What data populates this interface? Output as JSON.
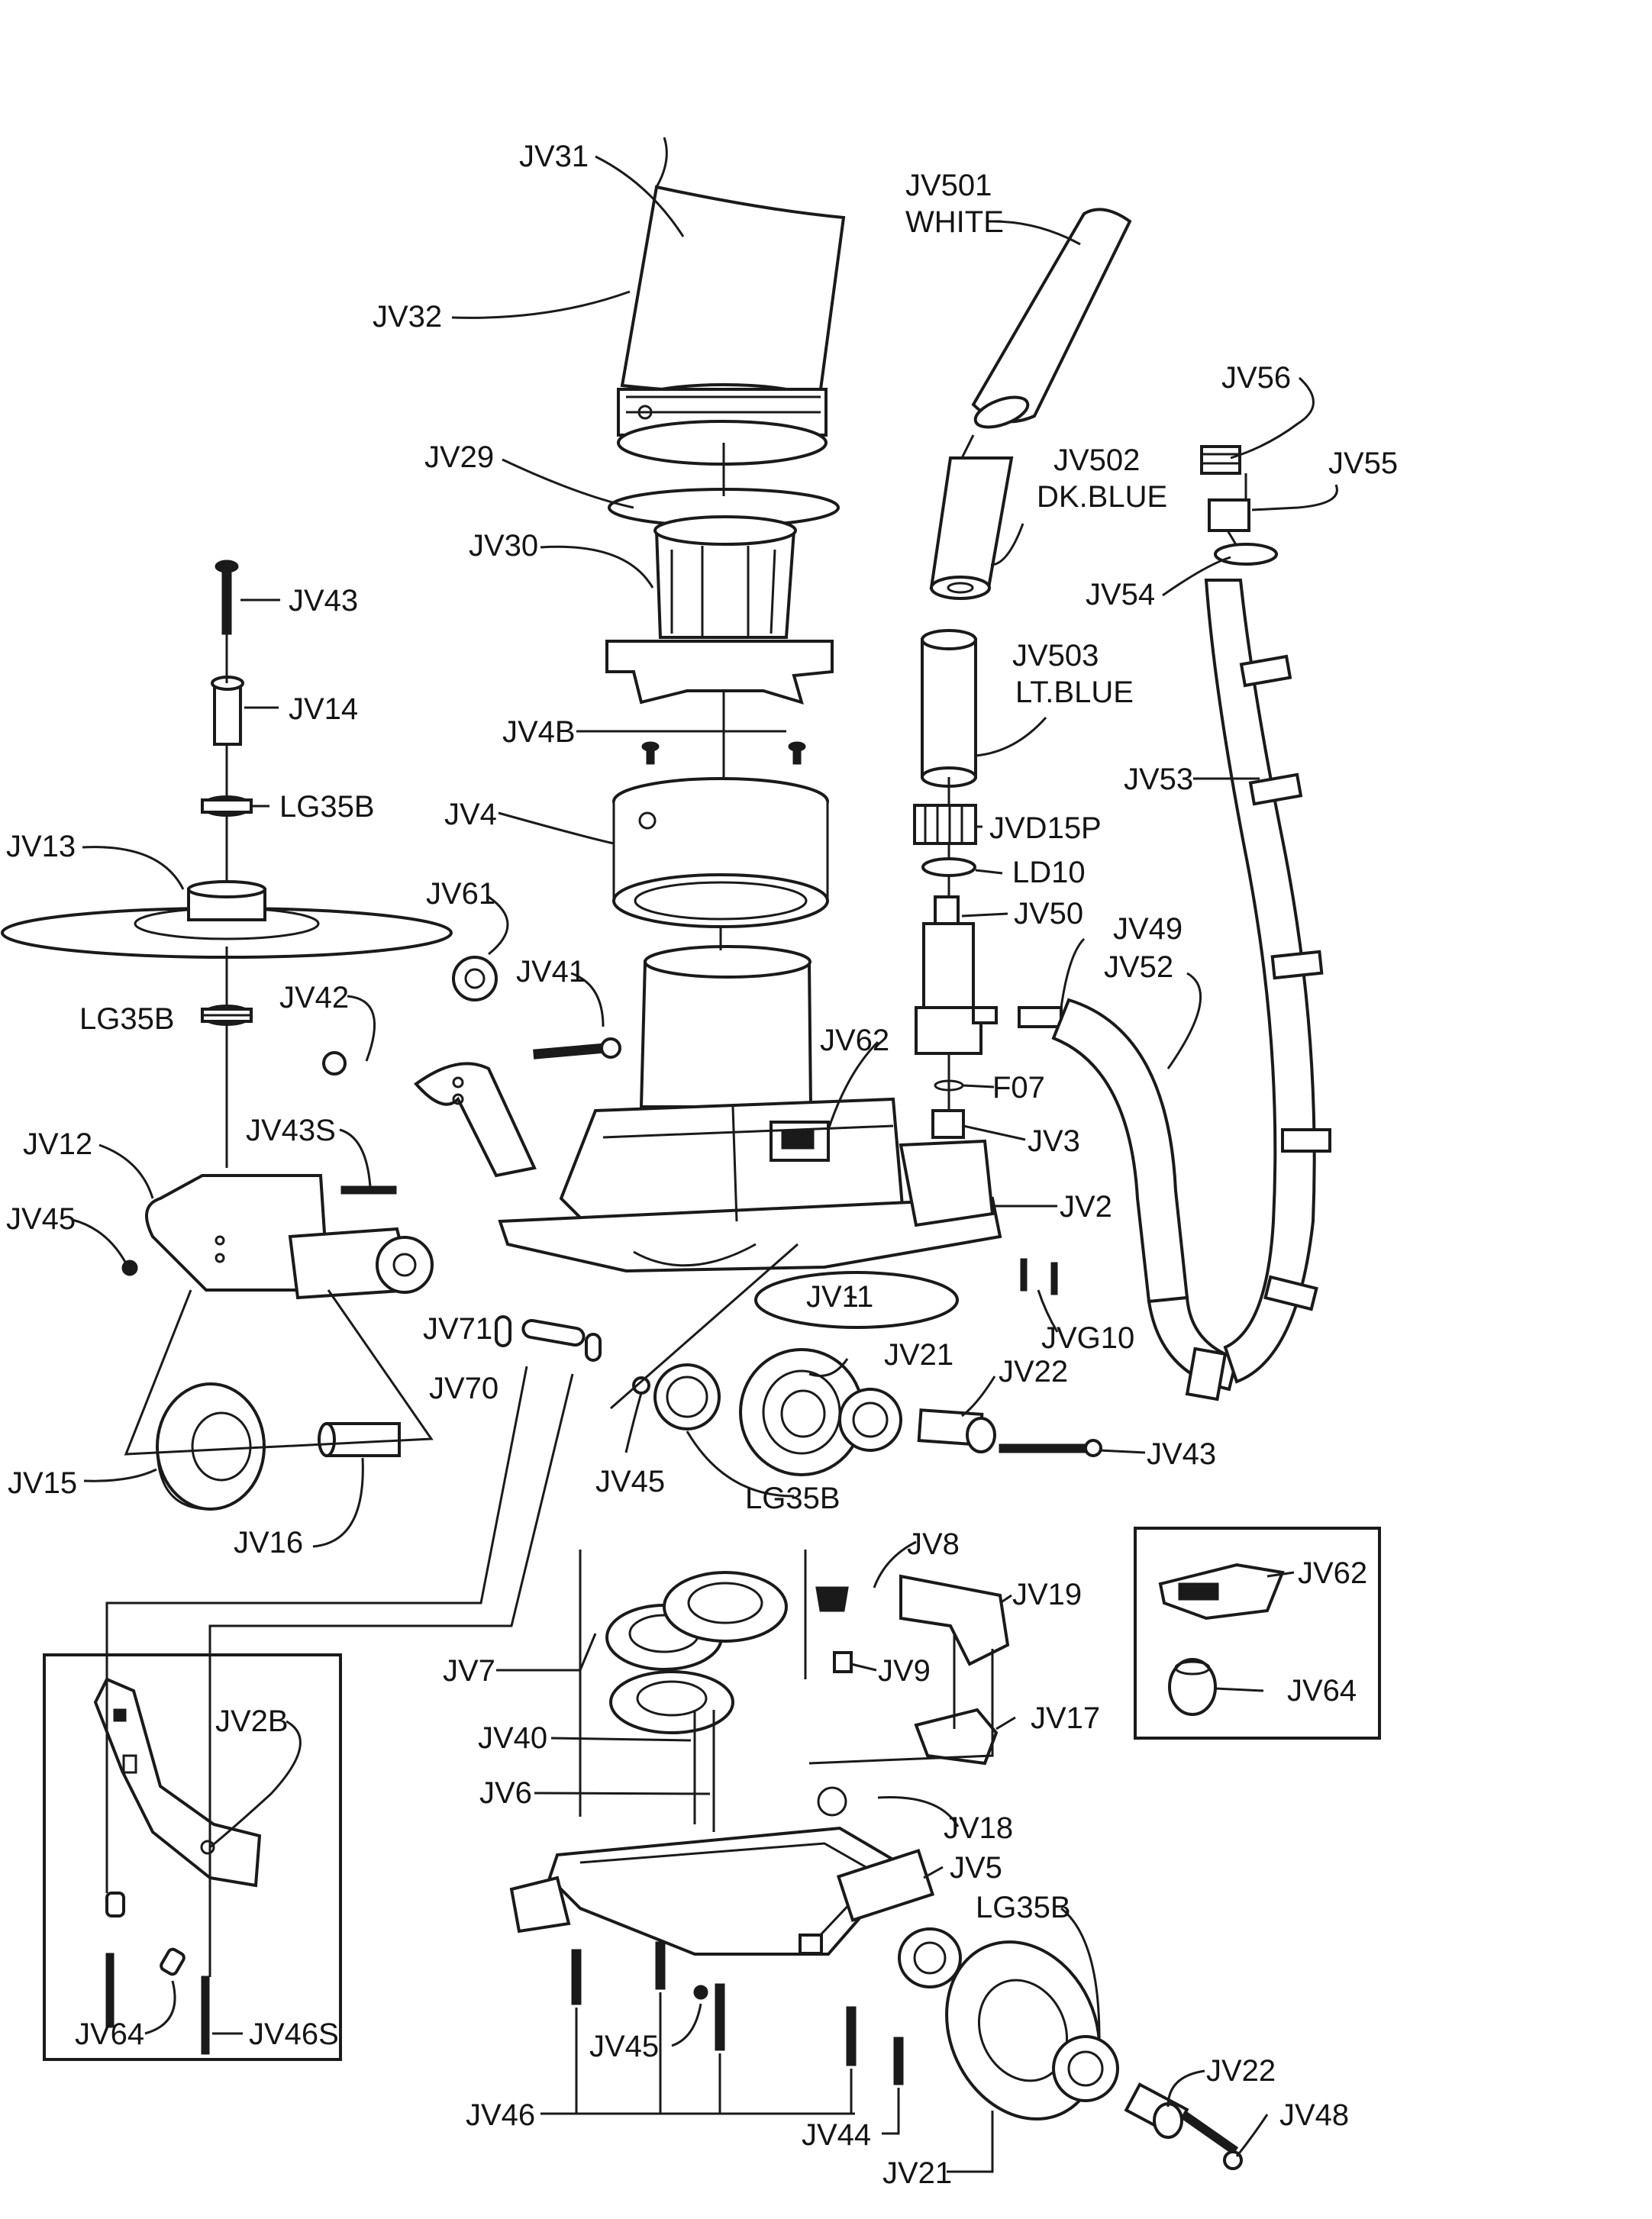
{
  "labels": {
    "jv31": "JV31",
    "jv501": "JV501",
    "white": "WHITE",
    "jv32": "JV32",
    "jv56": "JV56",
    "jv55": "JV55",
    "jv29": "JV29",
    "jv502": "JV502",
    "dk_blue": "DK.BLUE",
    "jv30": "JV30",
    "jv54": "JV54",
    "jv43_top": "JV43",
    "jv503": "JV503",
    "lt_blue": "LT.BLUE",
    "jv14": "JV14",
    "jv4b": "JV4B",
    "jv53": "JV53",
    "lg35b_top": "LG35B",
    "jv4": "JV4",
    "jvd15p": "JVD15P",
    "jv13": "JV13",
    "ld10": "LD10",
    "jv61": "JV61",
    "jv50": "JV50",
    "jv49": "JV49",
    "jv52": "JV52",
    "jv41": "JV41",
    "jv42": "JV42",
    "lg35b_left": "LG35B",
    "jv62_main": "JV62",
    "f07": "F07",
    "jv43s": "JV43S",
    "jv3": "JV3",
    "jv12": "JV12",
    "jv2": "JV2",
    "jv45_left": "JV45",
    "jv11": "JV11",
    "jvg10": "JVG10",
    "jv71": "JV71",
    "jv21_mid": "JV21",
    "jv22_mid": "JV22",
    "jv70": "JV70",
    "jv43_mid": "JV43",
    "jv15": "JV15",
    "jv45_mid": "JV45",
    "lg35b_mid": "LG35B",
    "jv16": "JV16",
    "jv8": "JV8",
    "jv62_box": "JV62",
    "jv19": "JV19",
    "jv2b": "JV2B",
    "jv7": "JV7",
    "jv9": "JV9",
    "jv64_box": "JV64",
    "jv40": "JV40",
    "jv17": "JV17",
    "jv6": "JV6",
    "jv18": "JV18",
    "jv5": "JV5",
    "lg35b_bot": "LG35B",
    "jv64_left": "JV64",
    "jv46s": "JV46S",
    "jv45_bot": "JV45",
    "jv22_bot": "JV22",
    "jv46": "JV46",
    "jv48": "JV48",
    "jv44": "JV44",
    "jv21_bot": "JV21"
  },
  "colors": {
    "ink": "#1a1a1a",
    "paper": "#ffffff"
  }
}
